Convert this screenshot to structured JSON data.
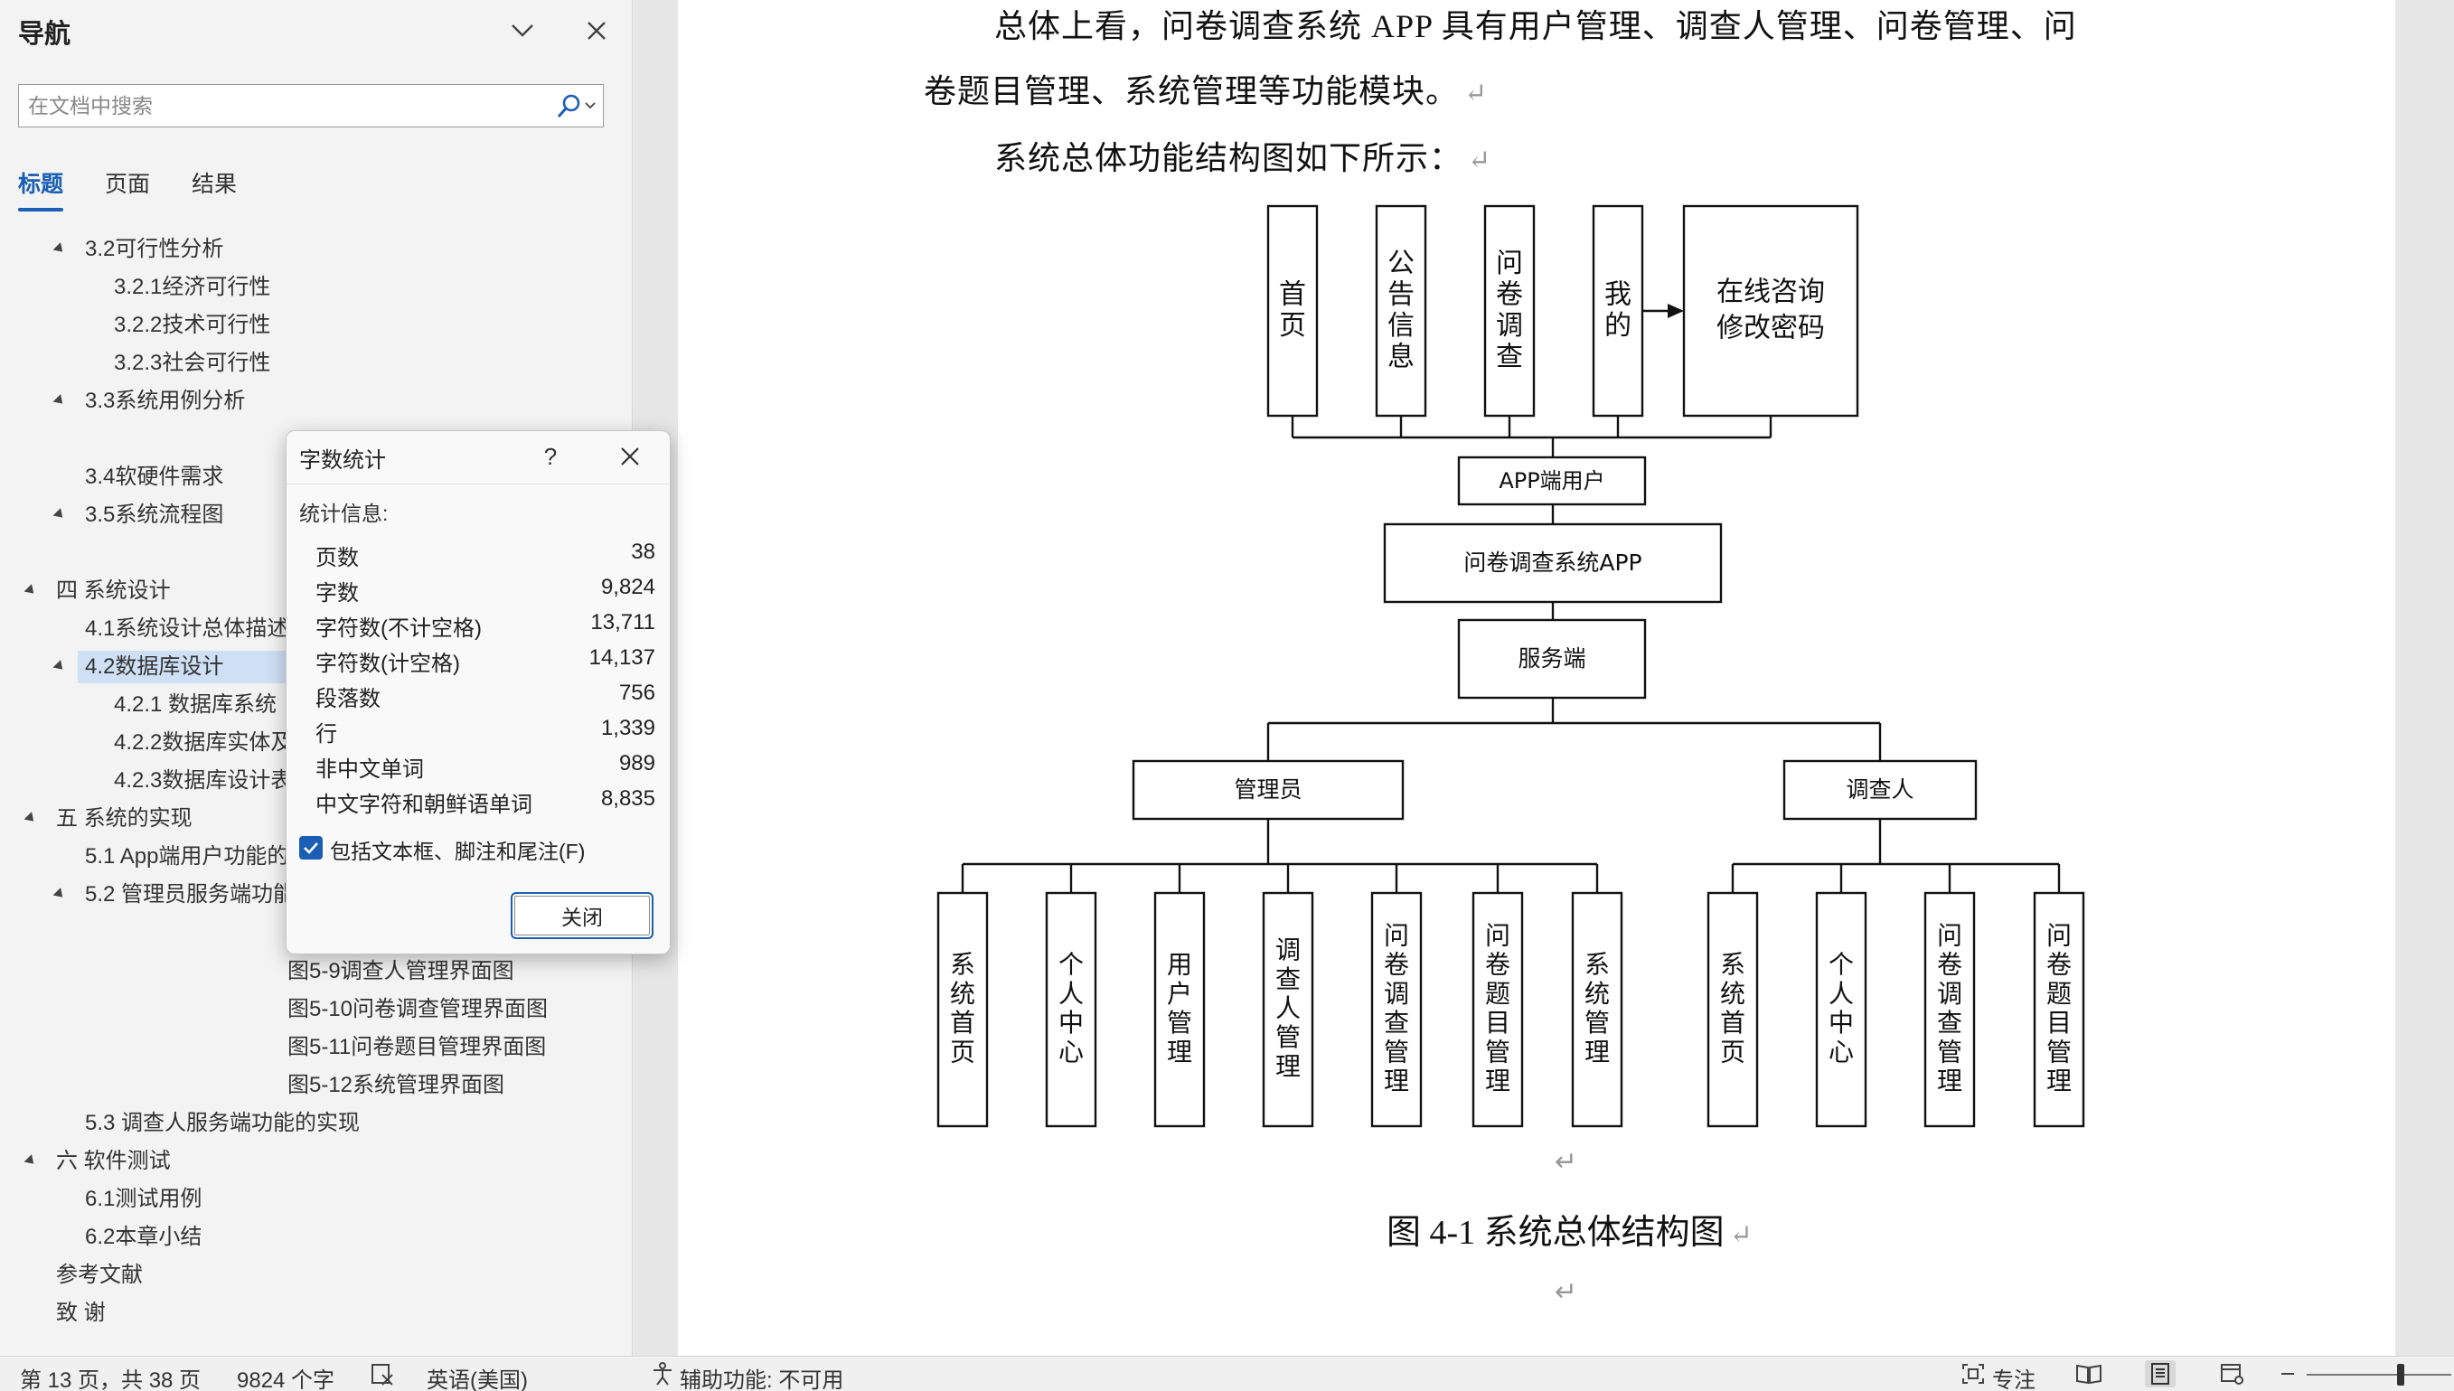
{
  "nav": {
    "title": "导航",
    "search_placeholder": "在文档中搜索",
    "tabs": [
      "标题",
      "页面",
      "结果"
    ],
    "tree": [
      {
        "label": "3.2可行性分析"
      },
      {
        "label": "3.2.1经济可行性"
      },
      {
        "label": "3.2.2技术可行性"
      },
      {
        "label": "3.2.3社会可行性"
      },
      {
        "label": "3.3系统用例分析"
      },
      {
        "label": "3.4软硬件需求"
      },
      {
        "label": "3.5系统流程图"
      },
      {
        "label": "四 系统设计"
      },
      {
        "label": "4.1系统设计总体描述"
      },
      {
        "label": "4.2数据库设计"
      },
      {
        "label": "4.2.1 数据库系统"
      },
      {
        "label": "4.2.2数据库实体及"
      },
      {
        "label": "4.2.3数据库设计表"
      },
      {
        "label": "五 系统的实现"
      },
      {
        "label": "5.1 App端用户功能的"
      },
      {
        "label": "5.2 管理员服务端功能"
      },
      {
        "label": "图5-9调查人管理界面图"
      },
      {
        "label": "图5-10问卷调查管理界面图"
      },
      {
        "label": "图5-11问卷题目管理界面图"
      },
      {
        "label": "图5-12系统管理界面图"
      },
      {
        "label": "5.3 调查人服务端功能的实现"
      },
      {
        "label": "六 软件测试"
      },
      {
        "label": "6.1测试用例"
      },
      {
        "label": "6.2本章小结"
      },
      {
        "label": "参考文献"
      },
      {
        "label": "致  谢"
      }
    ]
  },
  "dialog": {
    "title": "字数统计",
    "help": "?",
    "section": "统计信息:",
    "stats": [
      {
        "label": "页数",
        "value": "38"
      },
      {
        "label": "字数",
        "value": "9,824"
      },
      {
        "label": "字符数(不计空格)",
        "value": "13,711"
      },
      {
        "label": "字符数(计空格)",
        "value": "14,137"
      },
      {
        "label": "段落数",
        "value": "756"
      },
      {
        "label": "行",
        "value": "1,339"
      },
      {
        "label": "非中文单词",
        "value": "989"
      },
      {
        "label": "中文字符和朝鲜语单词",
        "value": "8,835"
      }
    ],
    "checkbox_label": "包括文本框、脚注和尾注(F)",
    "close_button": "关闭"
  },
  "document": {
    "para1_line1": "总体上看，问卷调查系统 APP 具有用户管理、调查人管理、问卷管理、问",
    "para1_line2": "卷题目管理、系统管理等功能模块。",
    "para2": "系统总体功能结构图如下所示：",
    "paragraph_mark": "↵",
    "caption": "图 4-1 系统总体结构图"
  },
  "diagram": {
    "app_top": [
      "首页",
      "公告信息",
      "问卷调查",
      "我的"
    ],
    "app_extra": "在线咨询修改密码",
    "app_user": "APP端用户",
    "system": "问卷调查系统APP",
    "server": "服务端",
    "admin": "管理员",
    "surveyor": "调查人",
    "admin_children": [
      "系统首页",
      "个人中心",
      "用户管理",
      "调查人管理",
      "问卷调查管理",
      "问卷题目管理",
      "系统管理"
    ],
    "surveyor_children": [
      "系统首页",
      "个人中心",
      "问卷调查管理",
      "问卷题目管理"
    ]
  },
  "status": {
    "page": "第 13 页，共 38 页",
    "words": "9824 个字",
    "language": "英语(美国)",
    "accessibility": "辅助功能: 不可用",
    "focus": "专注"
  }
}
